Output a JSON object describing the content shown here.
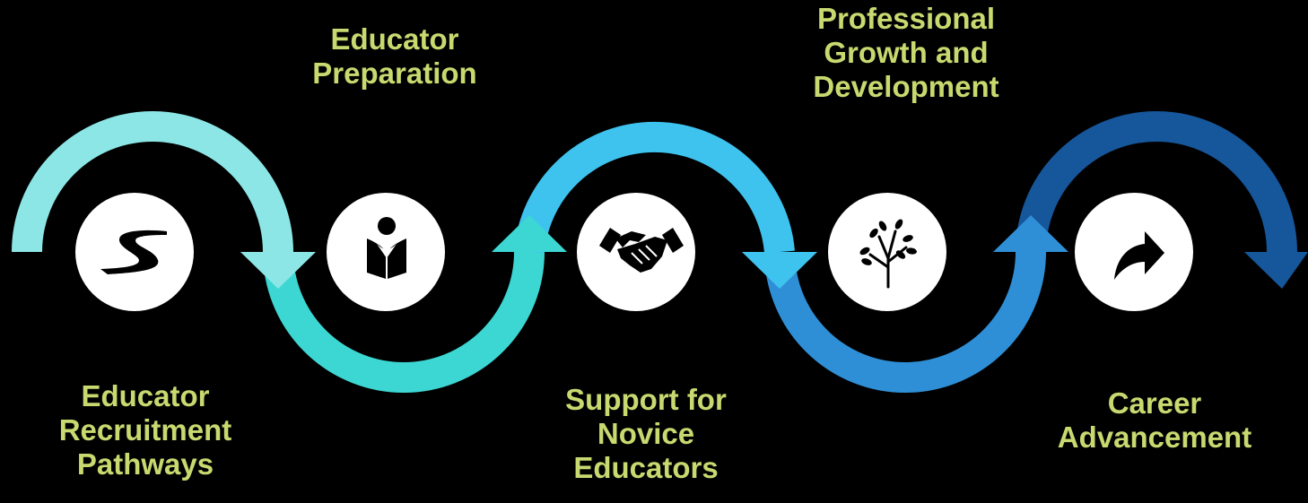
{
  "background_color": "#000000",
  "label_color": "#c8d96f",
  "stages": [
    {
      "id": "recruitment",
      "label_lines": [
        "Educator",
        "Recruitment",
        "Pathways"
      ],
      "icon": "winding-road-icon",
      "arc_color": "#8de6e6"
    },
    {
      "id": "preparation",
      "label_lines": [
        "Educator",
        "Preparation"
      ],
      "icon": "reading-person-icon",
      "arc_color": "#3dd7d3"
    },
    {
      "id": "novice-support",
      "label_lines": [
        "Support for",
        "Novice",
        "Educators"
      ],
      "icon": "handshake-icon",
      "arc_color": "#3ec3ee"
    },
    {
      "id": "professional-growth",
      "label_lines": [
        "Professional",
        "Growth and",
        "Development"
      ],
      "icon": "growing-tree-icon",
      "arc_color": "#2f8fd6"
    },
    {
      "id": "career-advancement",
      "label_lines": [
        "Career",
        "Advancement"
      ],
      "icon": "forward-arrow-icon",
      "arc_color": "#16569a"
    }
  ]
}
